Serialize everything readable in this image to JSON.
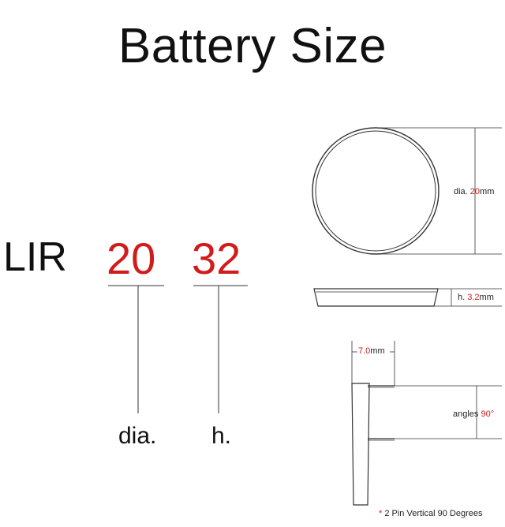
{
  "title": "Battery Size",
  "code": {
    "prefix": "LIR",
    "diameter_code": "20",
    "height_code": "32",
    "diameter_label": "dia.",
    "height_label": "h."
  },
  "dimensions": {
    "diameter": {
      "prefix": "dia. ",
      "value": "20",
      "unit": "mm"
    },
    "height": {
      "prefix": "h. ",
      "value": "3.2",
      "unit": "mm"
    },
    "pin_spacing": {
      "value": "7.0",
      "unit": "mm"
    },
    "angle": {
      "prefix": "angles ",
      "value": "90°"
    }
  },
  "footnote": {
    "mark": "*",
    "text": " 2 Pin Vertical 90 Degrees"
  },
  "colors": {
    "accent": "#d21b1b",
    "text": "#111111",
    "line": "#333333"
  }
}
